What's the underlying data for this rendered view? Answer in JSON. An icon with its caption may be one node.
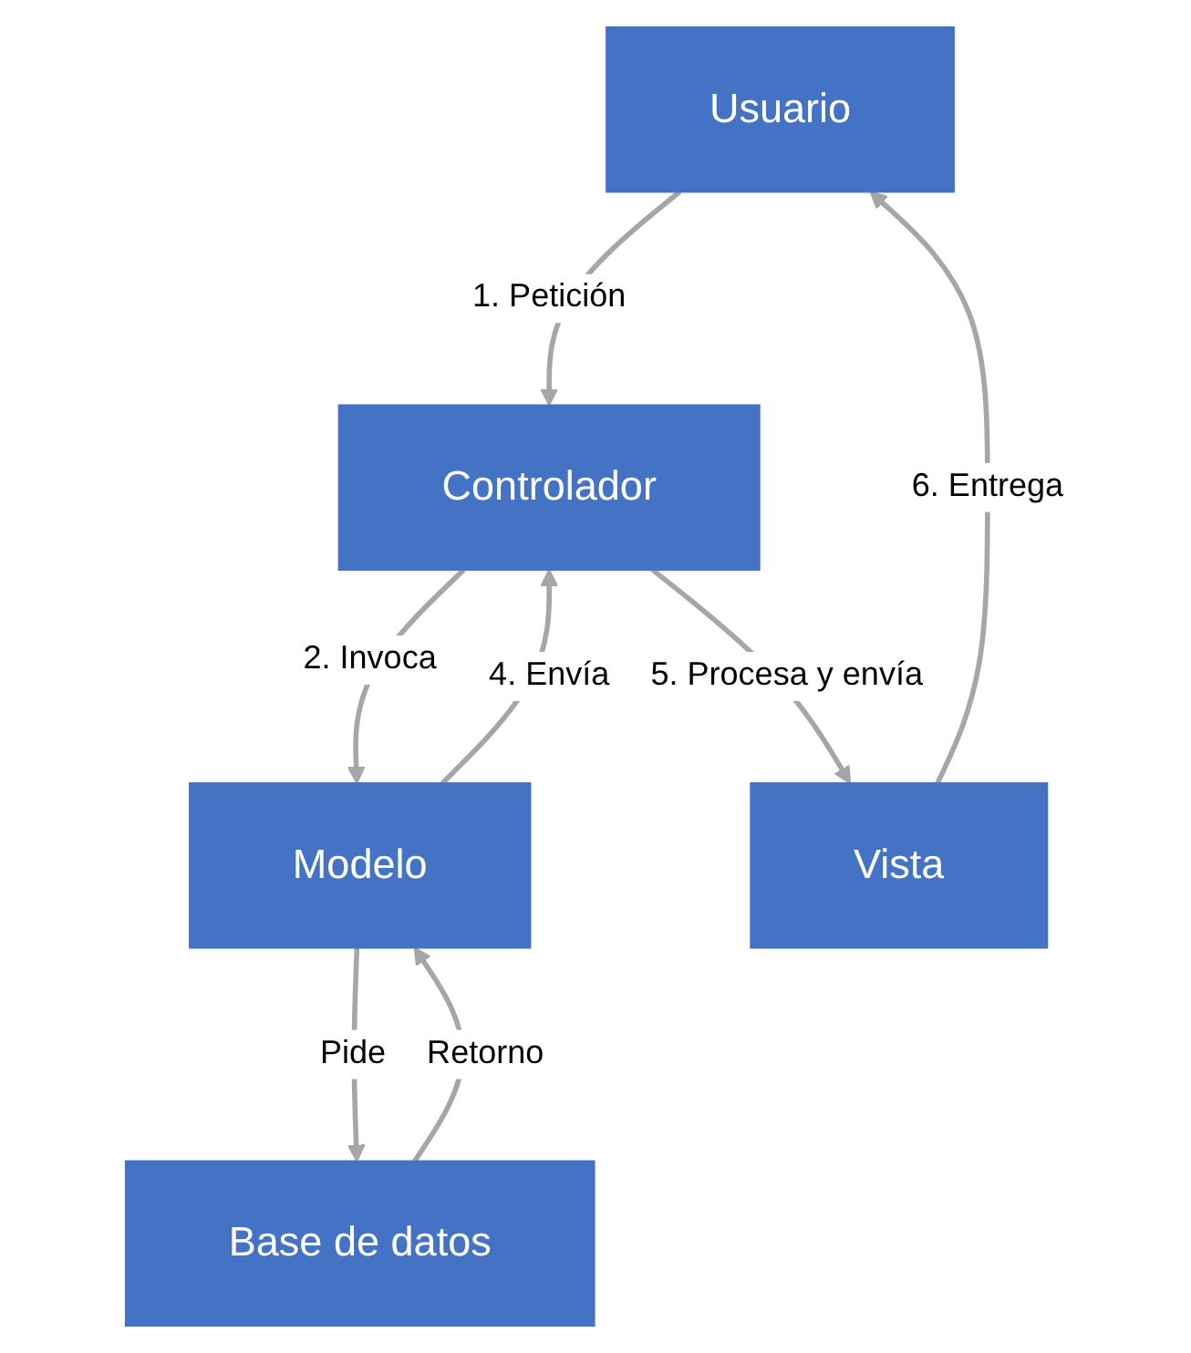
{
  "diagram": {
    "nodes": [
      {
        "text": [
          "Usuario"
        ]
      },
      {
        "text": [
          "Controlador"
        ]
      },
      {
        "text": [
          "Modelo"
        ]
      },
      {
        "text": [
          "Vista"
        ]
      },
      {
        "text": [
          "Base de datos"
        ]
      }
    ],
    "edges": [
      {
        "from": 0,
        "to": 1,
        "arrow": "to",
        "label": "1. Petición"
      },
      {
        "from": 1,
        "to": 2,
        "arrow": "to",
        "label": "2. Invoca"
      },
      {
        "from": 2,
        "to": 1,
        "arrow": "to",
        "label": "4. Envía"
      },
      {
        "from": 1,
        "to": 3,
        "arrow": "to",
        "label": "5. Procesa y envía"
      },
      {
        "from": 3,
        "to": 0,
        "arrow": "to",
        "label": "6. Entrega"
      },
      {
        "from": 2,
        "to": 4,
        "arrow": "to",
        "label": "Pide"
      },
      {
        "from": 4,
        "to": 2,
        "arrow": "to",
        "label": "Retorno"
      }
    ]
  }
}
